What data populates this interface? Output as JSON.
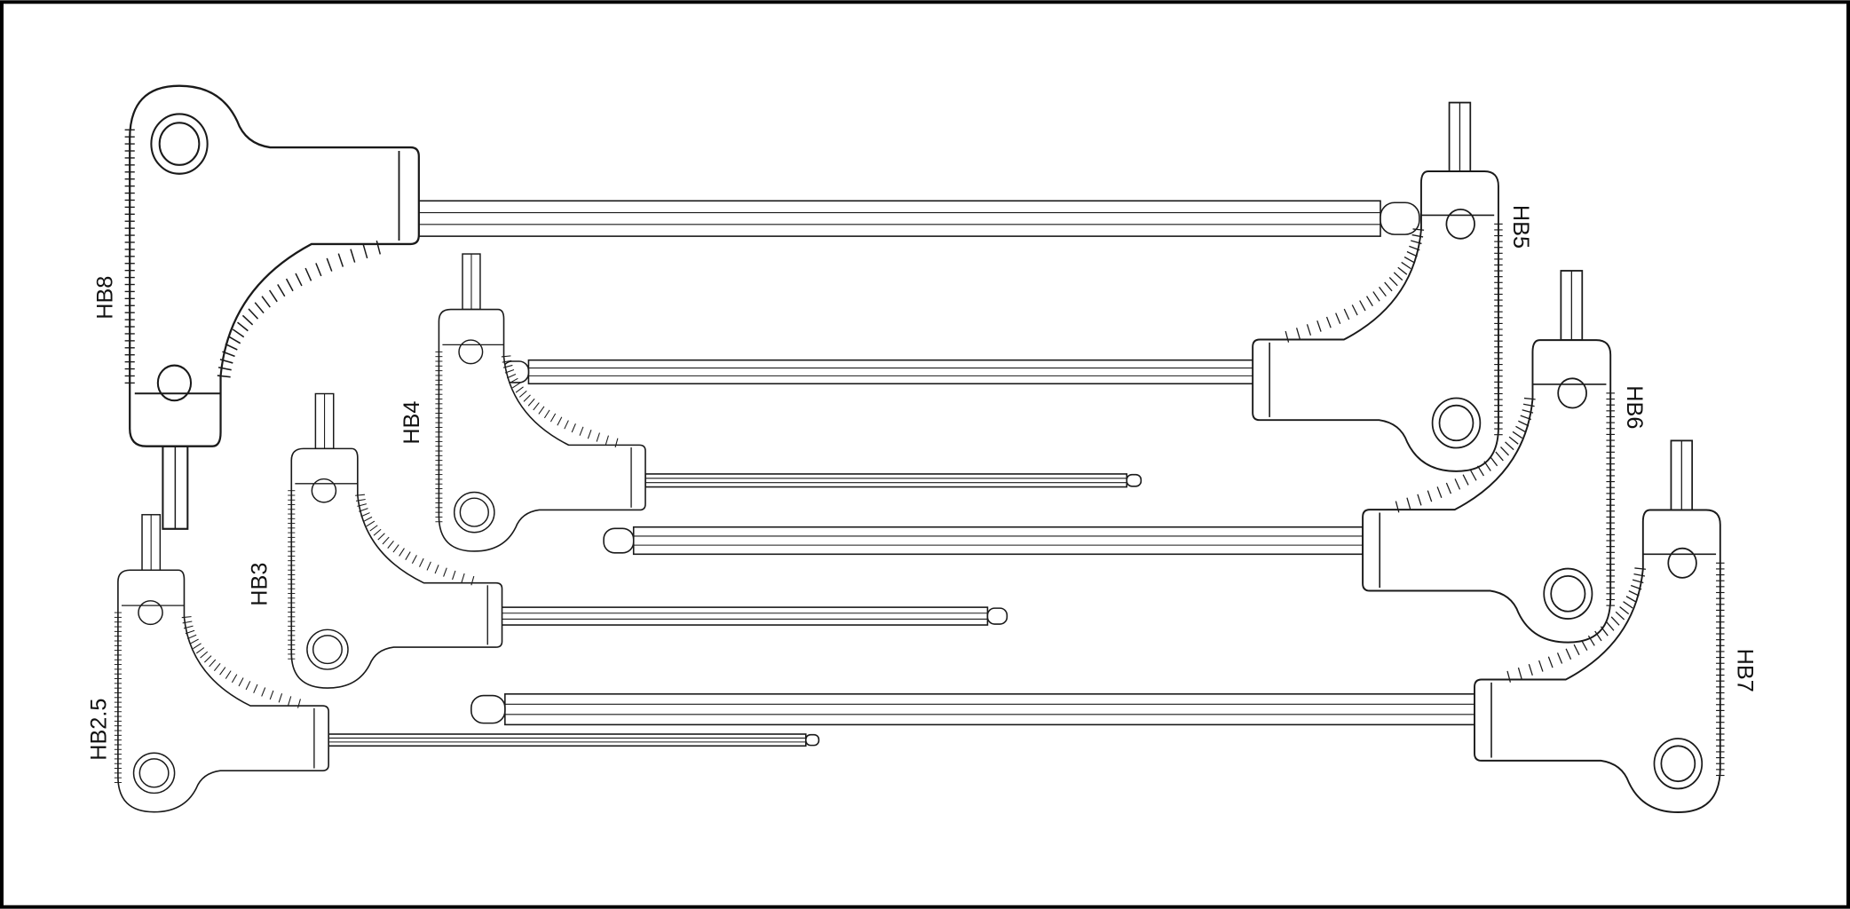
{
  "colors": {
    "line": "#1a1a1a",
    "background": "#ffffff",
    "frame": "#000000"
  },
  "keys": [
    {
      "id": "hb8",
      "label": "HB8"
    },
    {
      "id": "hb5",
      "label": "HB5"
    },
    {
      "id": "hb4",
      "label": "HB4"
    },
    {
      "id": "hb6",
      "label": "HB6"
    },
    {
      "id": "hb3",
      "label": "HB3"
    },
    {
      "id": "hb7",
      "label": "HB7"
    },
    {
      "id": "hb2_5",
      "label": "HB2.5"
    }
  ]
}
